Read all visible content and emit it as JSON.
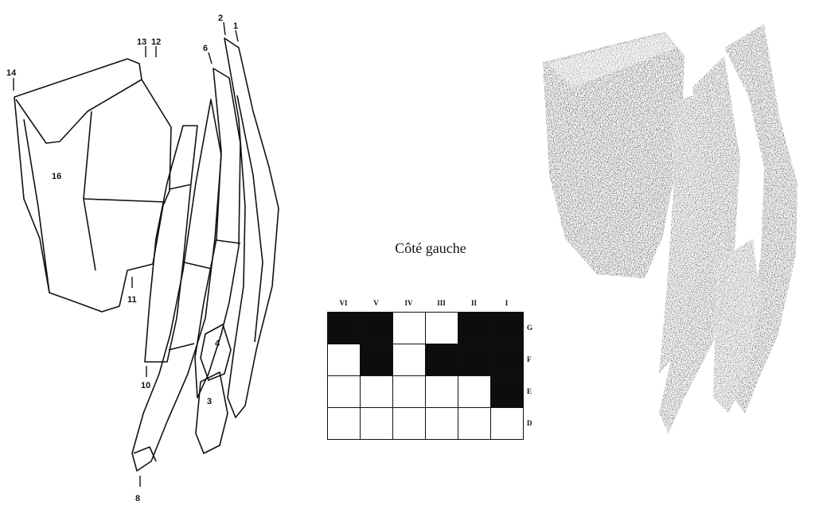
{
  "caption": "Côté gauche",
  "drawing_labels": [
    "1",
    "2",
    "6",
    "13",
    "12",
    "14",
    "16",
    "11",
    "10",
    "4",
    "3",
    "8"
  ],
  "grid": {
    "columns": [
      "VI",
      "V",
      "IV",
      "III",
      "II",
      "I"
    ],
    "rows": [
      "G",
      "F",
      "E",
      "D"
    ],
    "filled": [
      [
        1,
        1,
        0,
        0,
        1,
        1
      ],
      [
        0,
        1,
        0,
        1,
        1,
        1
      ],
      [
        0,
        0,
        0,
        0,
        0,
        1
      ],
      [
        0,
        0,
        0,
        0,
        0,
        0
      ]
    ]
  }
}
